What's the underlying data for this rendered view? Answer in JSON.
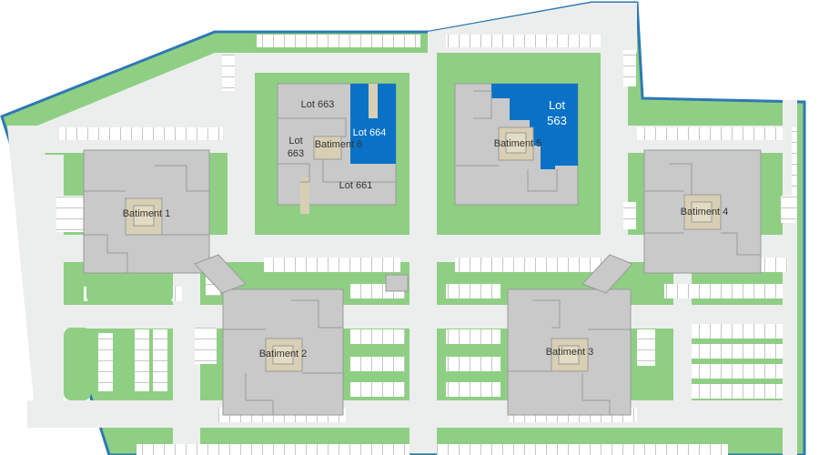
{
  "colors": {
    "border": "#2e78b4",
    "grass": "#8fcf84",
    "road": "#eceeed",
    "parking": "#ffffff",
    "building": "#c9c9c9",
    "building_edge": "#9a9a9a",
    "courtyard": "#d8cfb4",
    "highlight": "#0a72c6"
  },
  "buildings": {
    "b1": {
      "label": "Batiment 1"
    },
    "b2": {
      "label": "Batiment 2"
    },
    "b3": {
      "label": "Batiment 3"
    },
    "b4": {
      "label": "Batiment 4"
    },
    "b5": {
      "label": "Batiment 5"
    },
    "b6": {
      "label": "Batiment 6"
    }
  },
  "lots": {
    "lot663a": {
      "label": "Lot 663"
    },
    "lot663b": {
      "line1": "Lot",
      "line2": "663"
    },
    "lot664": {
      "label": "Lot 664",
      "highlighted": true
    },
    "lot661": {
      "label": "Lot 661"
    },
    "lot563": {
      "line1": "Lot",
      "line2": "563",
      "highlighted": true
    }
  }
}
